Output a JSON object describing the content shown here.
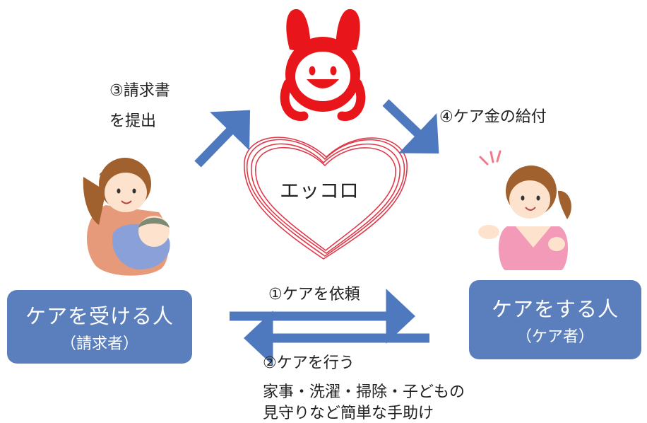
{
  "nodes": {
    "left_box": {
      "main": "ケアを受ける人",
      "sub": "（請求者）"
    },
    "right_box": {
      "main": "ケアをする人",
      "sub": "（ケア者）"
    },
    "center": {
      "label": "エッコロ"
    }
  },
  "edges": {
    "step1": "①ケアを依頼",
    "step2": "②ケアを行う",
    "step2_detail_line1": "家事・洗濯・掃除・子どもの",
    "step2_detail_line2": "見守りなど簡単な手助け",
    "step3_line1": "③請求書",
    "step3_line2": "を提出",
    "step4": "④ケア金の給付"
  },
  "colors": {
    "arrow": "#4f79be",
    "box": "#5b7fbd",
    "heart": "#e0394a",
    "mascot": "#e8161b"
  },
  "icons": {
    "mascot": "rabbit-mascot-icon",
    "heart": "heart-icon",
    "mother": "mother-with-baby-icon",
    "helper": "caregiver-woman-icon"
  }
}
